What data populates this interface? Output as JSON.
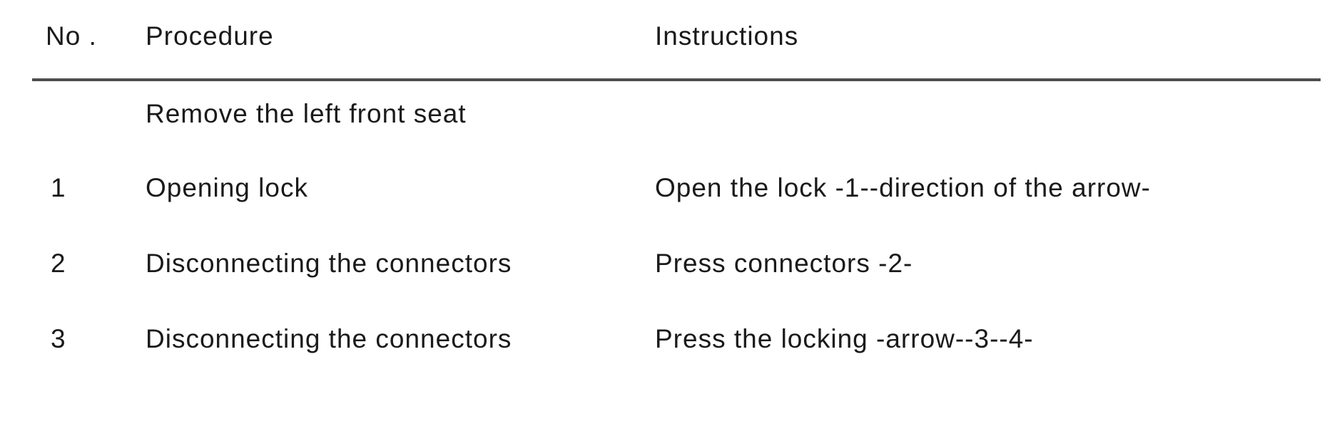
{
  "table": {
    "columns": [
      {
        "label": "No ."
      },
      {
        "label": "Procedure"
      },
      {
        "label": "Instructions"
      }
    ],
    "section_header": "Remove the left front seat",
    "rows": [
      {
        "no": "1",
        "procedure": "Opening lock",
        "instructions": "Open the lock -1--direction of the arrow-"
      },
      {
        "no": "2",
        "procedure": "Disconnecting the connectors",
        "instructions": "Press connectors -2-"
      },
      {
        "no": "3",
        "procedure": "Disconnecting the connectors",
        "instructions": "Press the locking -arrow--3--4-"
      }
    ]
  },
  "colors": {
    "text": "#1a1a1a",
    "rule": "#4d4d4d",
    "background": "#ffffff"
  }
}
